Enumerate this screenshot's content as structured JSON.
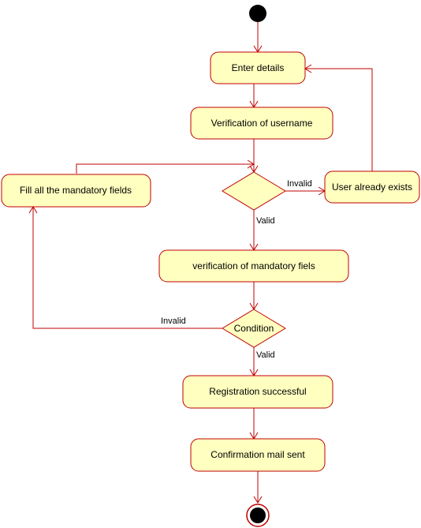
{
  "diagram": {
    "nodes": {
      "enter_details": "Enter details",
      "verify_username": "Verification of username",
      "user_exists": "User already exists",
      "fill_mandatory": "Fill all the mandatory fields",
      "verify_mandatory": "verification of mandatory fiels",
      "condition": "Condition",
      "registration_successful": "Registration successful",
      "confirmation_sent": "Confirmation mail sent"
    },
    "edge_labels": {
      "invalid_1": "Invalid",
      "valid_1": "Valid",
      "invalid_2": "Invalid",
      "valid_2": "Valid"
    },
    "colors": {
      "node_fill": "#ffffc0",
      "stroke": "#c00000",
      "start_end": "#000000"
    }
  }
}
